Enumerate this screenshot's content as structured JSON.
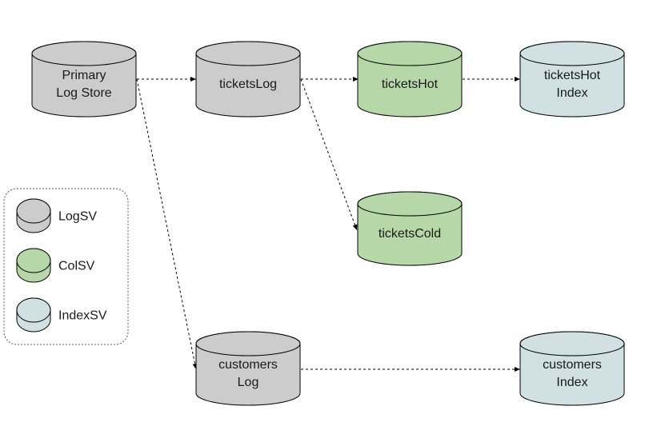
{
  "colors": {
    "logsv_fill": "#cccccc",
    "colsv_fill": "#b6d7a8",
    "indexsv_fill": "#d0e0e3",
    "stroke": "#000000",
    "edge": "#000000"
  },
  "nodes": [
    {
      "id": "primary",
      "type": "logsv",
      "lines": [
        "Primary",
        "Log Store"
      ]
    },
    {
      "id": "ticketsLog",
      "type": "logsv",
      "lines": [
        "ticketsLog"
      ]
    },
    {
      "id": "ticketsHot",
      "type": "colsv",
      "lines": [
        "ticketsHot"
      ]
    },
    {
      "id": "ticketsHotIndex",
      "type": "indexsv",
      "lines": [
        "ticketsHot",
        "Index"
      ]
    },
    {
      "id": "ticketsCold",
      "type": "colsv",
      "lines": [
        "ticketsCold"
      ]
    },
    {
      "id": "customersLog",
      "type": "logsv",
      "lines": [
        "customers",
        "Log"
      ]
    },
    {
      "id": "customersIndex",
      "type": "indexsv",
      "lines": [
        "customers",
        "Index"
      ]
    }
  ],
  "edges": [
    {
      "from": "primary",
      "to": "ticketsLog"
    },
    {
      "from": "ticketsLog",
      "to": "ticketsHot"
    },
    {
      "from": "ticketsHot",
      "to": "ticketsHotIndex"
    },
    {
      "from": "ticketsLog",
      "to": "ticketsCold"
    },
    {
      "from": "primary",
      "to": "customersLog"
    },
    {
      "from": "customersLog",
      "to": "customersIndex"
    }
  ],
  "legend": [
    {
      "type": "logsv",
      "label": "LogSV"
    },
    {
      "type": "colsv",
      "label": "ColSV"
    },
    {
      "type": "indexsv",
      "label": "IndexSV"
    }
  ]
}
